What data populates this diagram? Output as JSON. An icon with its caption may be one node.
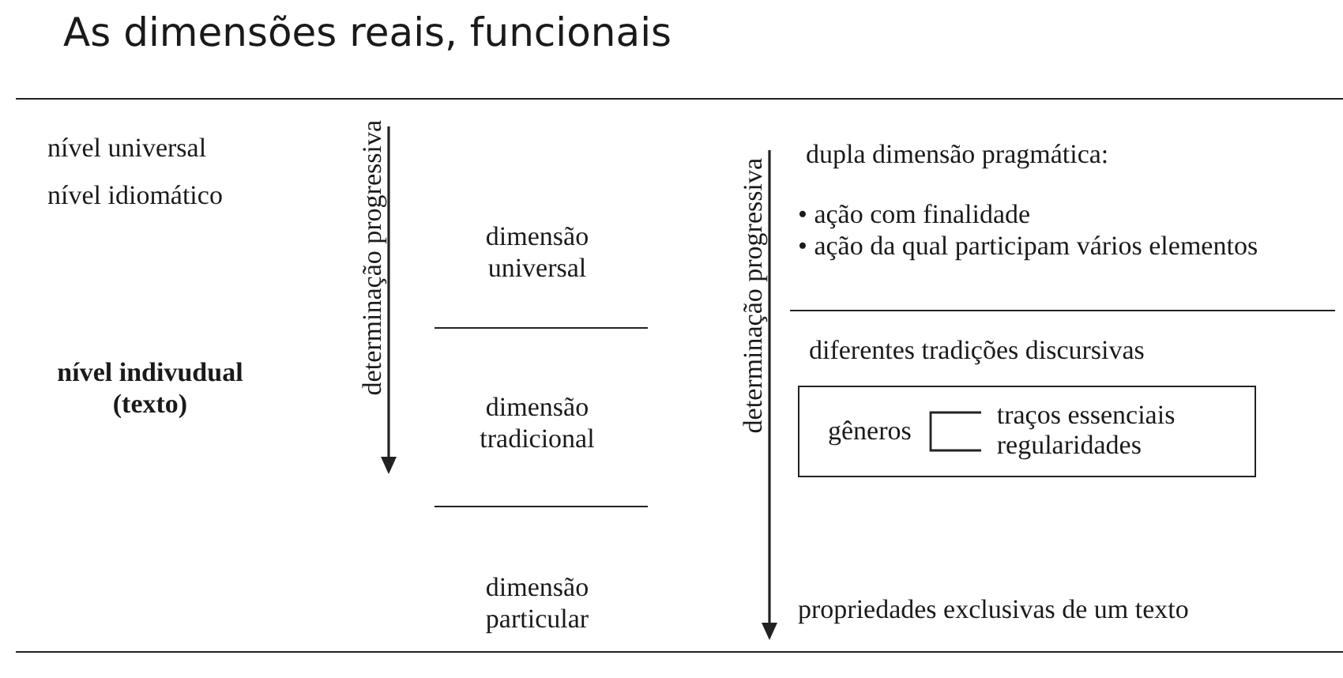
{
  "diagram": {
    "title": "As dimensões reais, funcionais",
    "nodes": [
      {
        "text": [
          "gêneros",
          "traços essenciais regularidades"
        ]
      }
    ],
    "labels": [
      "nível universal",
      "nível idiomático",
      "nível indivudual (texto)",
      "determinação progressiva",
      "dimensão universal",
      "dimensão tradicional",
      "dimensão particular",
      "determinação progressiva",
      "dupla dimensão pragmática:",
      "• ação com finalidade",
      "• ação da qual participam vários elementos",
      "diferentes tradições discursivas",
      "propriedades exclusivas de um texto"
    ]
  }
}
